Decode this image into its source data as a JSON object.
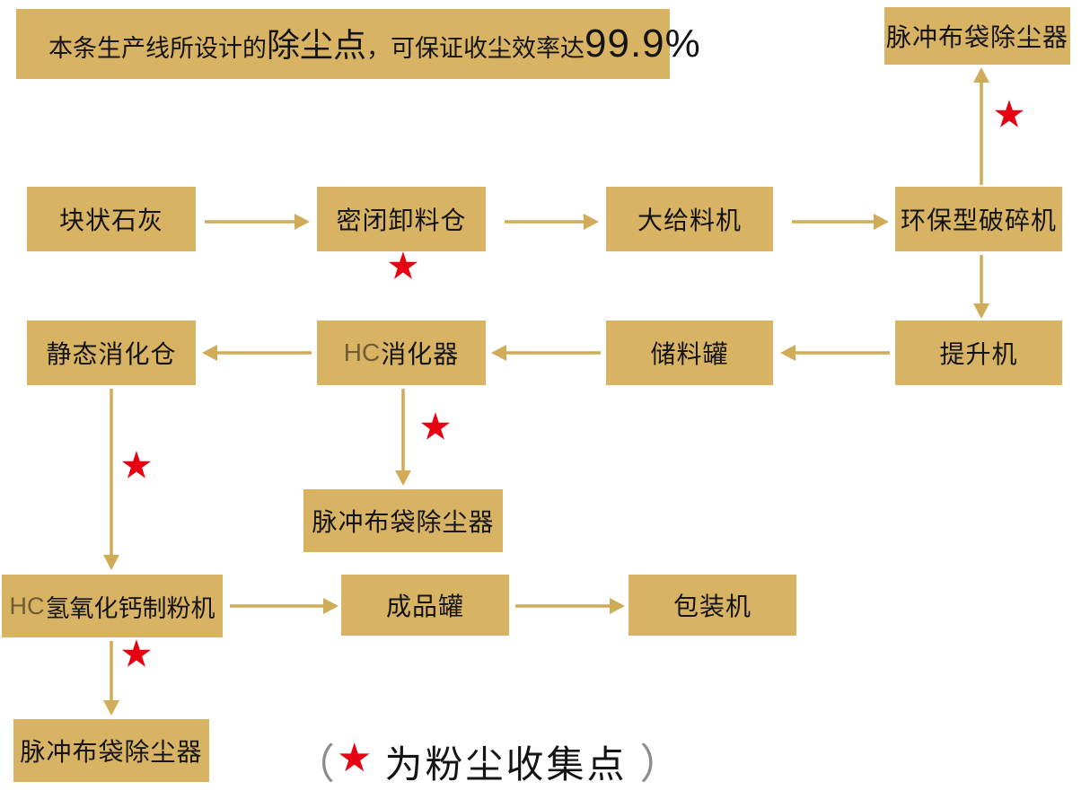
{
  "banner": {
    "segments": [
      {
        "text": "本条生产线所设计的"
      },
      {
        "text": "除尘点"
      },
      {
        "text": "，可保证收尘效率达"
      },
      {
        "text": "99.9%"
      }
    ]
  },
  "nodes": {
    "dust_collector_top": {
      "label": "脉冲布袋除尘器"
    },
    "lump_lime": {
      "label": "块状石灰"
    },
    "sealed_unloading_bin": {
      "label": "密闭卸料仓"
    },
    "large_feeder": {
      "label": "大给料机"
    },
    "eco_crusher": {
      "label": "环保型破碎机"
    },
    "static_digestion_bin": {
      "label": "静态消化仓"
    },
    "hc_digester": {
      "prefix": "HC",
      "label": "消化器"
    },
    "storage_tank": {
      "label": "储料罐"
    },
    "elevator": {
      "label": "提升机"
    },
    "dust_collector_mid": {
      "label": "脉冲布袋除尘器"
    },
    "hc_pulverizer": {
      "prefix": "HC",
      "label": "氢氧化钙制粉机"
    },
    "product_tank": {
      "label": "成品罐"
    },
    "packing_machine": {
      "label": "包装机"
    },
    "dust_collector_bottom": {
      "label": "脉冲布袋除尘器"
    }
  },
  "symbols": {
    "star": "★"
  },
  "legend": {
    "open_paren": "（",
    "star": "★",
    "text": "为粉尘收集点",
    "close_paren": "）"
  },
  "colors": {
    "box_gold": "#D8B364",
    "arrow_gold": "#D1AC58",
    "star_red": "#E60012",
    "hc_brown": "#6E5D33"
  }
}
